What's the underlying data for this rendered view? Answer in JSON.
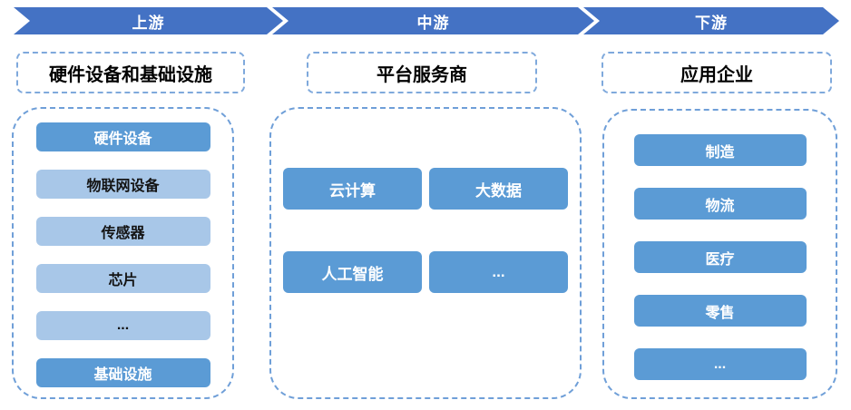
{
  "banner": {
    "segments": [
      {
        "label": "上游"
      },
      {
        "label": "中游"
      },
      {
        "label": "下游"
      }
    ]
  },
  "columns": [
    {
      "id": "upstream",
      "header": "硬件设备和基础设施",
      "items": [
        {
          "label": "硬件设备",
          "variant": "dark"
        },
        {
          "label": "物联网设备",
          "variant": "light"
        },
        {
          "label": "传感器",
          "variant": "light"
        },
        {
          "label": "芯片",
          "variant": "light"
        },
        {
          "label": "...",
          "variant": "light"
        },
        {
          "label": "基础设施",
          "variant": "dark"
        }
      ]
    },
    {
      "id": "midstream",
      "header": "平台服务商",
      "items": [
        {
          "label": "云计算",
          "variant": "dark"
        },
        {
          "label": "大数据",
          "variant": "dark"
        },
        {
          "label": "人工智能",
          "variant": "dark"
        },
        {
          "label": "...",
          "variant": "dark"
        }
      ]
    },
    {
      "id": "downstream",
      "header": "应用企业",
      "items": [
        {
          "label": "制造",
          "variant": "dark"
        },
        {
          "label": "物流",
          "variant": "dark"
        },
        {
          "label": "医疗",
          "variant": "dark"
        },
        {
          "label": "零售",
          "variant": "dark"
        },
        {
          "label": "...",
          "variant": "dark"
        }
      ]
    }
  ],
  "colors": {
    "arrow_banner": "#4472C4",
    "item_dark": "#5B9BD5",
    "item_light": "#A8C7E8",
    "dashed_border_header": "#7FA9DC",
    "dashed_border_container": "#6F9FD8",
    "text_on_dark": "#FFFFFF",
    "text_on_light": "#141414"
  }
}
